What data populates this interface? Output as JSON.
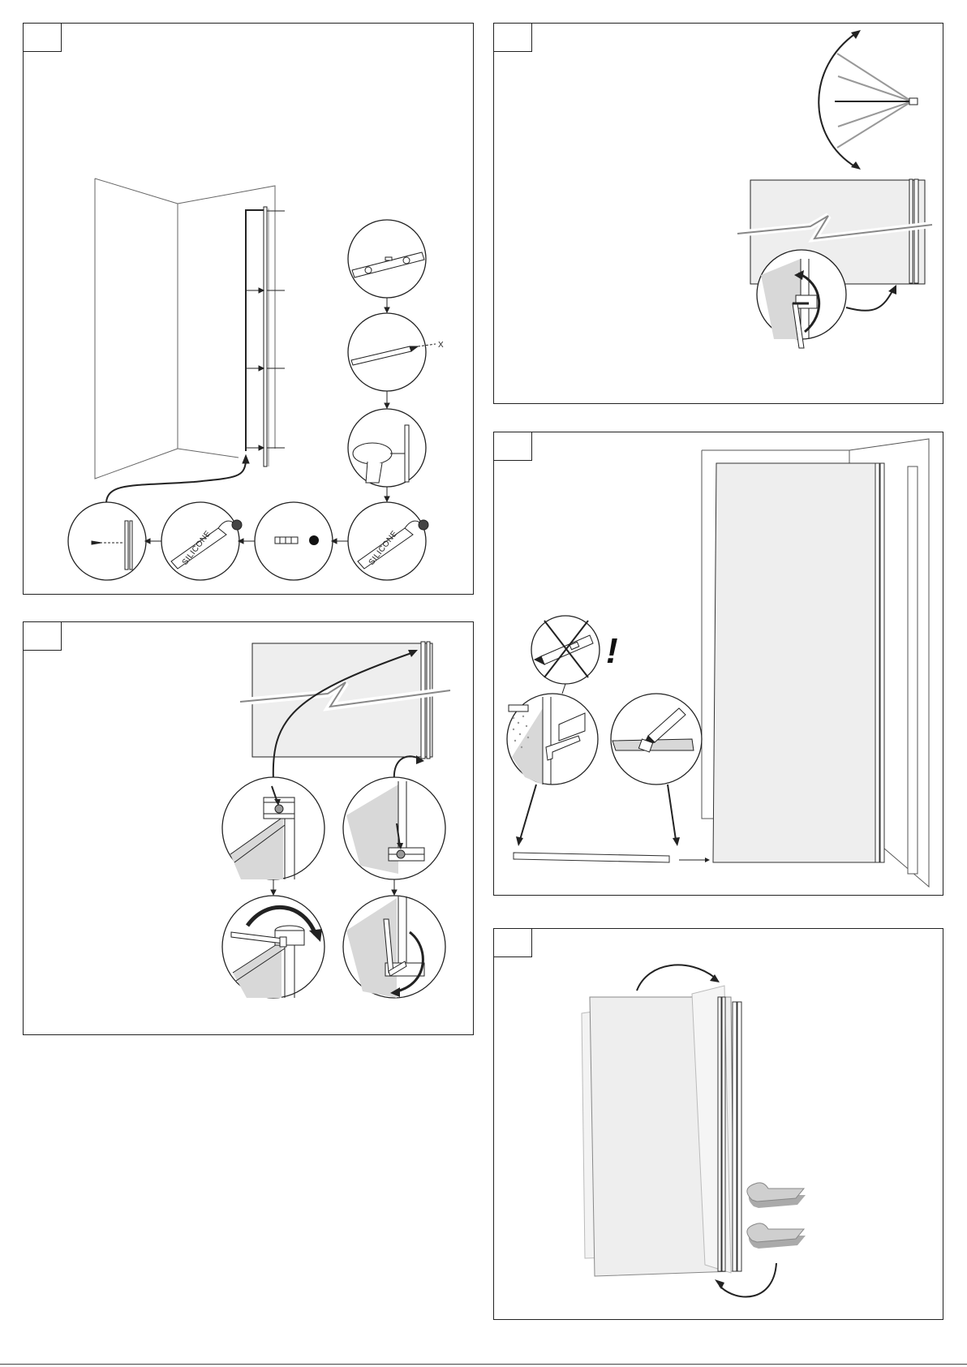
{
  "panels": [
    {
      "id": "p1",
      "name": "wall-profile-fixing-panel"
    },
    {
      "id": "p2",
      "name": "door-swing-adjustment-panel"
    },
    {
      "id": "p3",
      "name": "hinge-screw-adjustment-panel"
    },
    {
      "id": "p4",
      "name": "bottom-seal-fitting-panel"
    },
    {
      "id": "p5",
      "name": "magnetic-stop-panel"
    }
  ],
  "labels": {
    "silicone_1": "SILICONE",
    "silicone_2": "SILICONE",
    "mark_x": "X",
    "warning": "!"
  },
  "colors": {
    "line": "#222222",
    "glass": "#eeeeee",
    "glass_shadow": "#e2e2e2",
    "detail_grey": "#d8d8d8",
    "hinge": "#999999"
  },
  "icons": [
    "spirit-level-icon",
    "pencil-icon",
    "drill-icon",
    "silicone-tube-icon",
    "wall-plug-icon",
    "screw-icon",
    "cutter-knife-icon",
    "hex-key-icon",
    "magnet-stop-icon"
  ]
}
